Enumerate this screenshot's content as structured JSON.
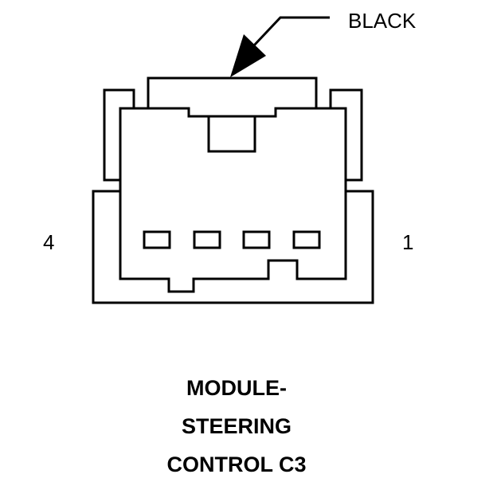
{
  "callout": {
    "color_label": "BLACK"
  },
  "pins": {
    "left": "4",
    "right": "1"
  },
  "title_lines": [
    "MODULE-",
    "STEERING",
    "CONTROL C3"
  ],
  "colors": {
    "line": "#000000",
    "background": "#ffffff"
  }
}
